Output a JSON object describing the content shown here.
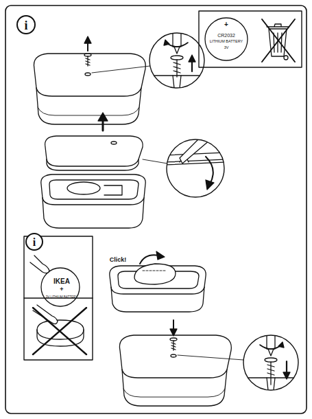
{
  "diagram": {
    "labels": [
      "i",
      "+",
      "CR2032",
      "LITHIUM BATTERY",
      "3V",
      "i",
      "IKEA",
      "+",
      "3V LITHIUM BATTERY",
      "Click!"
    ]
  }
}
